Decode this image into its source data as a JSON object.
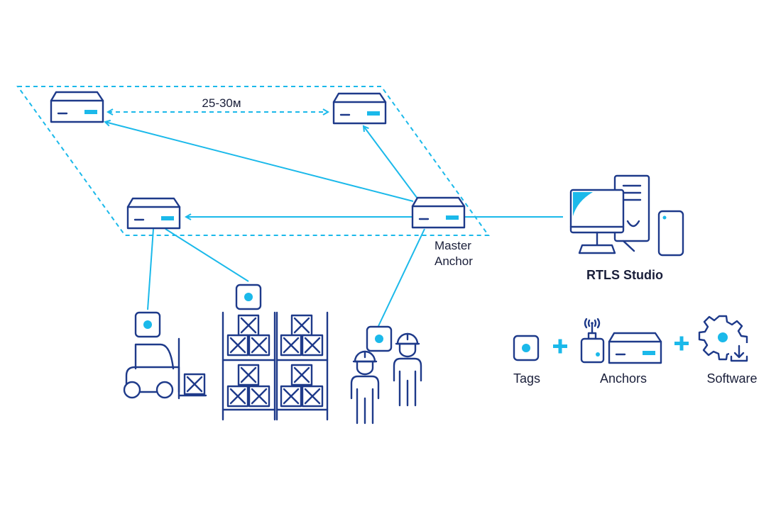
{
  "colors": {
    "navy": "#1e3a8a",
    "cyan": "#1bb9ea",
    "text": "#1a1f3a",
    "background": "#ffffff"
  },
  "diagram": {
    "distance_label": "25-30м",
    "master_anchor_label_line1": "Master",
    "master_anchor_label_line2": "Anchor",
    "software_name": "RTLS Studio"
  },
  "legend": {
    "tags_label": "Tags",
    "anchors_label": "Anchors",
    "software_label": "Software",
    "plus_symbol": "+"
  },
  "icons": [
    "anchor-icon",
    "tag-icon",
    "forklift-icon",
    "warehouse-rack-icon",
    "worker-icon",
    "computer-icon",
    "smartphone-icon",
    "antenna-icon",
    "gear-download-icon",
    "plus-icon",
    "double-arrow-icon"
  ]
}
